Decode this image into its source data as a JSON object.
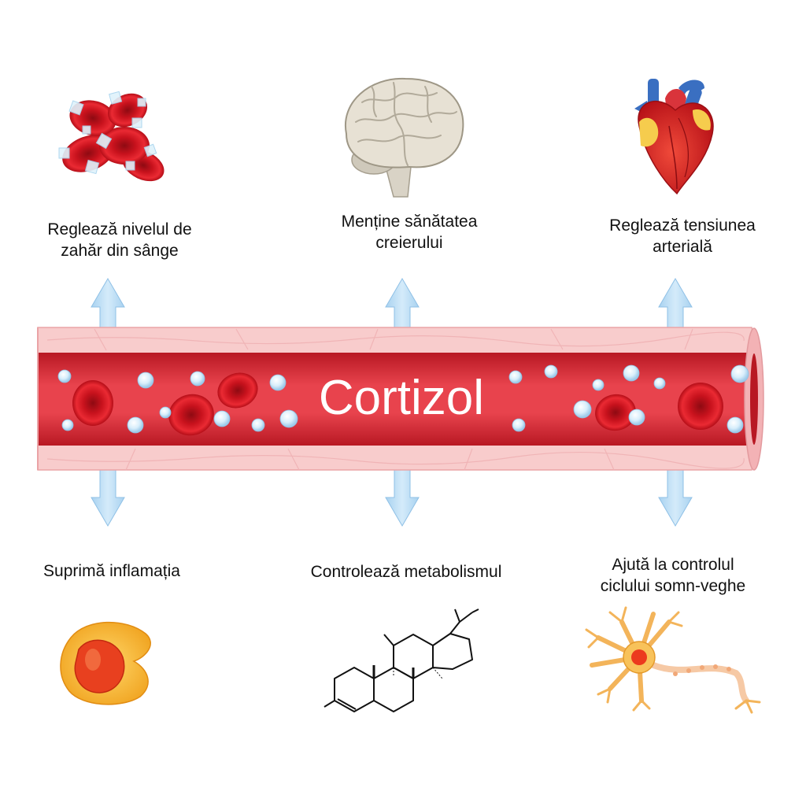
{
  "title": "Cortizol",
  "functions": {
    "top": [
      {
        "lines": [
          "Reglează nivelul de",
          "zahăr din sânge"
        ],
        "icon": "blood-sugar-icon"
      },
      {
        "lines": [
          "Menține sănătatea",
          "creierului"
        ],
        "icon": "brain-icon"
      },
      {
        "lines": [
          "Reglează tensiunea",
          "arterială"
        ],
        "icon": "heart-icon"
      }
    ],
    "bottom": [
      {
        "lines": [
          "Suprimă inflamația"
        ],
        "icon": "immune-cell-icon"
      },
      {
        "lines": [
          "Controlează metabolismul"
        ],
        "icon": "steroid-molecule-icon"
      },
      {
        "lines": [
          "Ajută la controlul",
          "ciclului somn-veghe"
        ],
        "icon": "neuron-icon"
      }
    ]
  },
  "colors": {
    "vessel_wall": "#f7c3c3",
    "vessel_lumen": "#e03a45",
    "arrow": "#b9dcf4",
    "red_cell": "#d7141f",
    "bubble": "#d6ecfa"
  }
}
